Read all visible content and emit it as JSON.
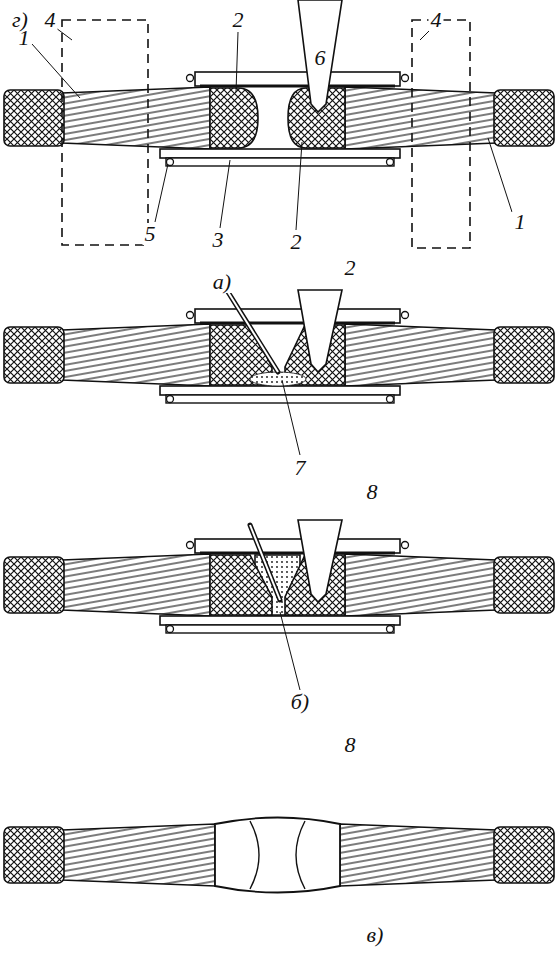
{
  "diagram": {
    "labels": [
      "1",
      "4",
      "2",
      "6",
      "4",
      "2",
      "1",
      "5",
      "3",
      "2",
      "а)",
      "7",
      "8",
      "б)",
      "8",
      "в)",
      "г)"
    ]
  }
}
